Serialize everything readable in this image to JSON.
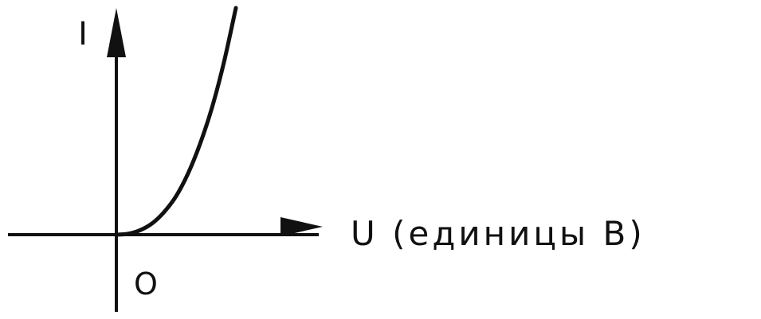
{
  "chart_data": {
    "type": "line",
    "title": "",
    "ylabel": "I",
    "xlabel": "U (единицы В)",
    "origin_label": "O",
    "grid": false,
    "legend": "none",
    "ink_color": "#111111",
    "background_color": "#ffffff",
    "series": [
      {
        "x": [
          0,
          0.1,
          0.2,
          0.3,
          0.4,
          0.5,
          0.6,
          0.7,
          0.8,
          0.9,
          1.0
        ],
        "y": [
          0,
          0.004,
          0.02,
          0.05,
          0.1,
          0.17,
          0.27,
          0.4,
          0.56,
          0.76,
          1.0
        ]
      }
    ]
  }
}
